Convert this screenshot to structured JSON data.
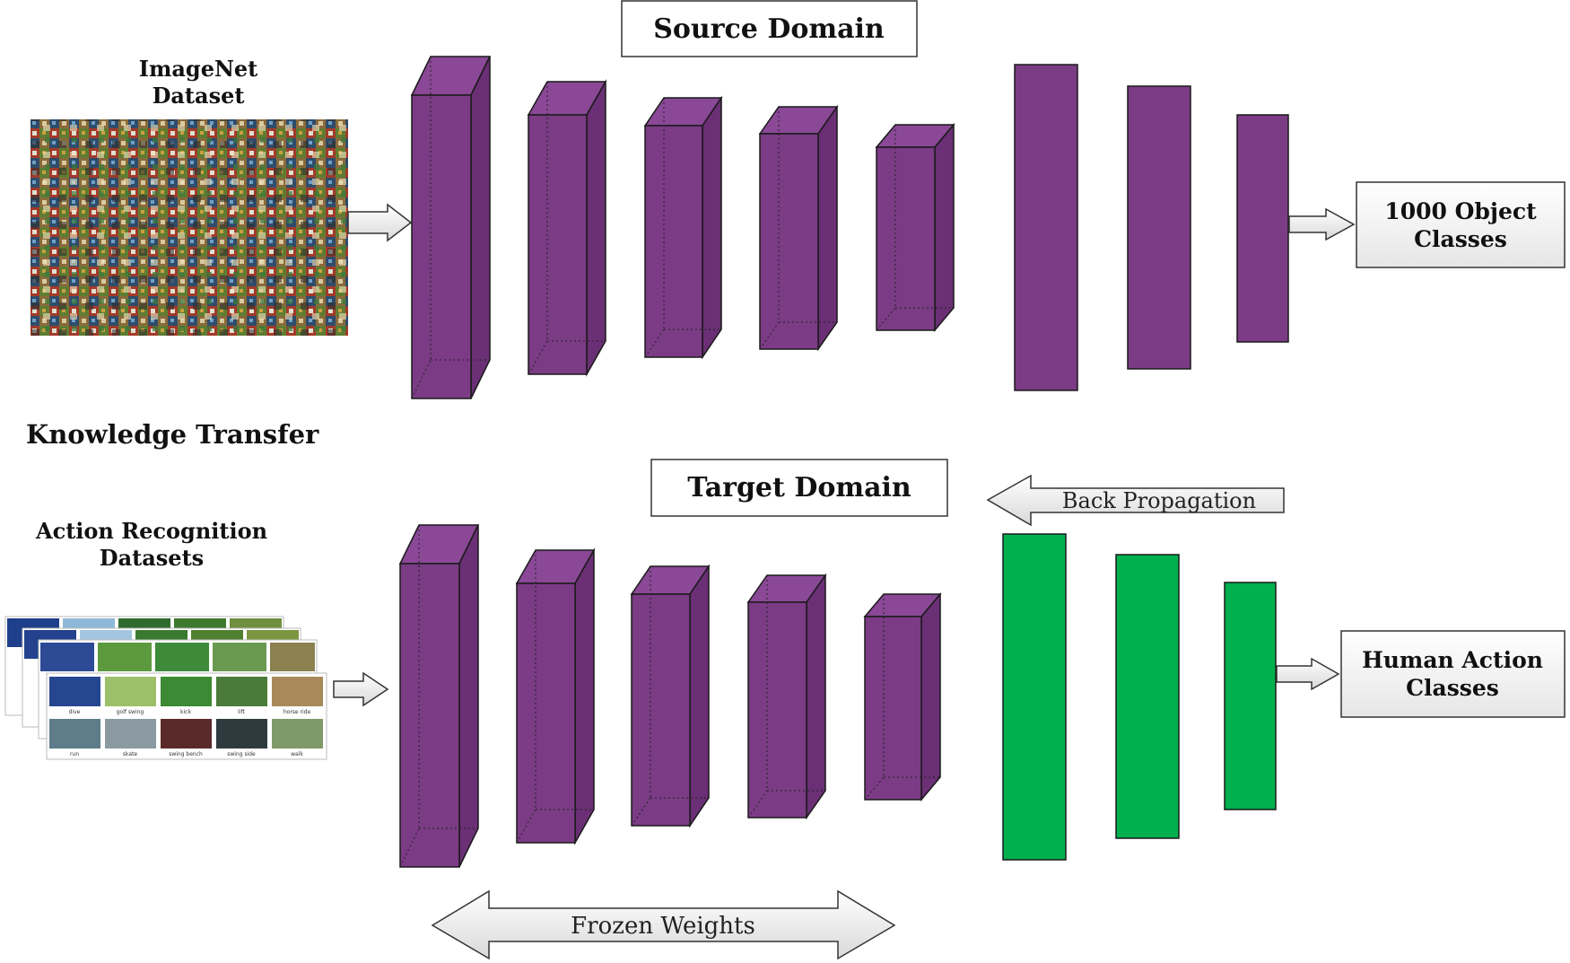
{
  "source": {
    "title": "Source Domain",
    "input_label_line1": "ImageNet",
    "input_label_line2": "Dataset",
    "output_line1": "1000 Object",
    "output_line2": "Classes"
  },
  "transfer_label": "Knowledge Transfer",
  "target": {
    "title": "Target Domain",
    "input_label_line1": "Action Recognition",
    "input_label_line2": "Datasets",
    "output_line1": "Human Action",
    "output_line2": "Classes",
    "thumb_captions": [
      "dive",
      "golf swing",
      "kick",
      "lift",
      "horse ride"
    ],
    "thumb_captions_row2": [
      "run",
      "skate",
      "swing bench",
      "swing side",
      "walk"
    ]
  },
  "back_propagation_label": "Back Propagation",
  "frozen_weights_label": "Frozen Weights",
  "colors": {
    "conv_block": "#7b3b85",
    "conv_block_top": "#8a4896",
    "conv_block_side": "#6a2f74",
    "fc_source": "#7b3b85",
    "fc_target": "#00b04f",
    "outline": "#1a1a1a"
  }
}
